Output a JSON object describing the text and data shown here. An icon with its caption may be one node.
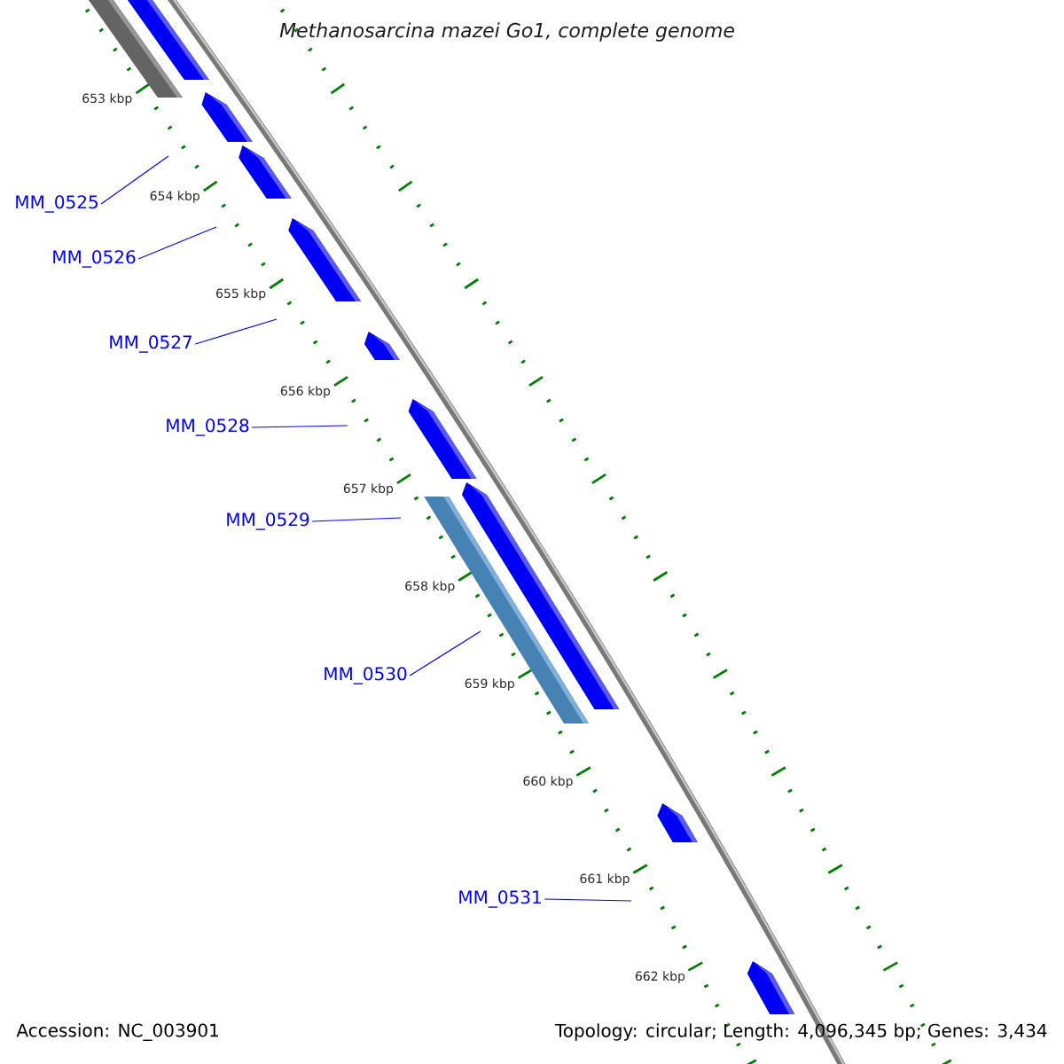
{
  "diagram": {
    "title": "Methanosarcina mazei Go1, complete genome",
    "nodes": [
      {
        "text": [
          "MM_0525"
        ]
      },
      {
        "text": [
          "MM_0526"
        ]
      },
      {
        "text": [
          "MM_0527"
        ]
      },
      {
        "text": [
          "MM_0528"
        ]
      },
      {
        "text": [
          "MM_0529"
        ]
      },
      {
        "text": [
          "MM_0530"
        ]
      },
      {
        "text": [
          "MM_0531"
        ]
      }
    ],
    "edges": [
      {
        "from": 0,
        "to": null,
        "arrow": "none"
      },
      {
        "from": 1,
        "to": null,
        "arrow": "none"
      },
      {
        "from": 2,
        "to": null,
        "arrow": "none"
      },
      {
        "from": 3,
        "to": null,
        "arrow": "none"
      },
      {
        "from": 4,
        "to": null,
        "arrow": "none"
      },
      {
        "from": 5,
        "to": null,
        "arrow": "none"
      },
      {
        "from": 6,
        "to": null,
        "arrow": "none"
      }
    ],
    "labels": [
      "653 kbp",
      "654 kbp",
      "655 kbp",
      "656 kbp",
      "657 kbp",
      "658 kbp",
      "659 kbp",
      "660 kbp",
      "661 kbp",
      "662 kbp",
      "Accession: NC_003901",
      "Topology: circular; Length: 4,096,345 bp; Genes: 3,434"
    ]
  }
}
